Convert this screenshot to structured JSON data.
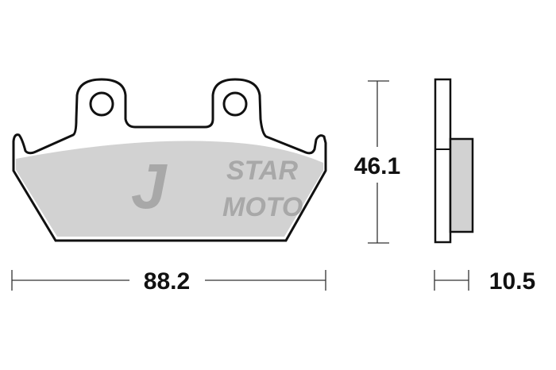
{
  "dimensions": {
    "width": "88.2",
    "height": "46.1",
    "thickness": "10.5"
  },
  "watermark": {
    "line1": "STAR",
    "line2": "MOTO",
    "mark": "J"
  },
  "colors": {
    "outline": "#111111",
    "friction_material": "#d2d2d2",
    "watermark": "#9a9a9a"
  }
}
